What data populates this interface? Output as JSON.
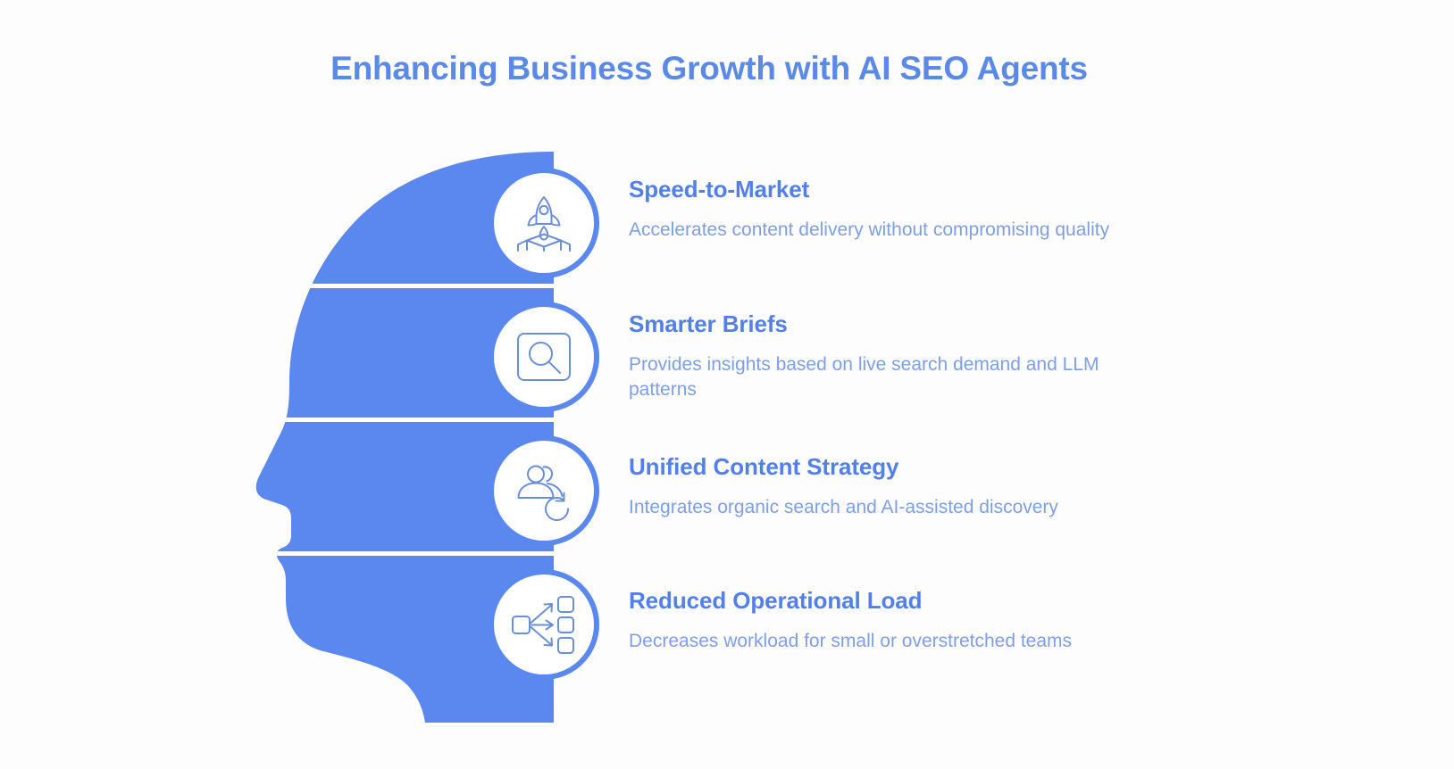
{
  "title": "Enhancing Business Growth with AI SEO Agents",
  "theme": {
    "head_fill": "#5b88ee",
    "title_color": "#5b8ae6",
    "heading_color": "#5380e8",
    "body_color": "#7e9fe4",
    "circle_fill": "#ffffff",
    "circle_ring": "#5b88ee",
    "icon_stroke": "#6b8fd6",
    "background": "#fdfdfe"
  },
  "items": [
    {
      "icon": "rocket-launch-icon",
      "heading": "Speed-to-Market",
      "description": "Accelerates content delivery without compromising quality"
    },
    {
      "icon": "search-magnifier-icon",
      "heading": "Smarter Briefs",
      "description": "Provides insights based on live search demand and LLM patterns"
    },
    {
      "icon": "users-refresh-icon",
      "heading": "Unified Content Strategy",
      "description": "Integrates organic search and AI-assisted discovery"
    },
    {
      "icon": "distribute-branching-icon",
      "heading": "Reduced Operational Load",
      "description": "Decreases workload for small or overstretched teams"
    }
  ]
}
